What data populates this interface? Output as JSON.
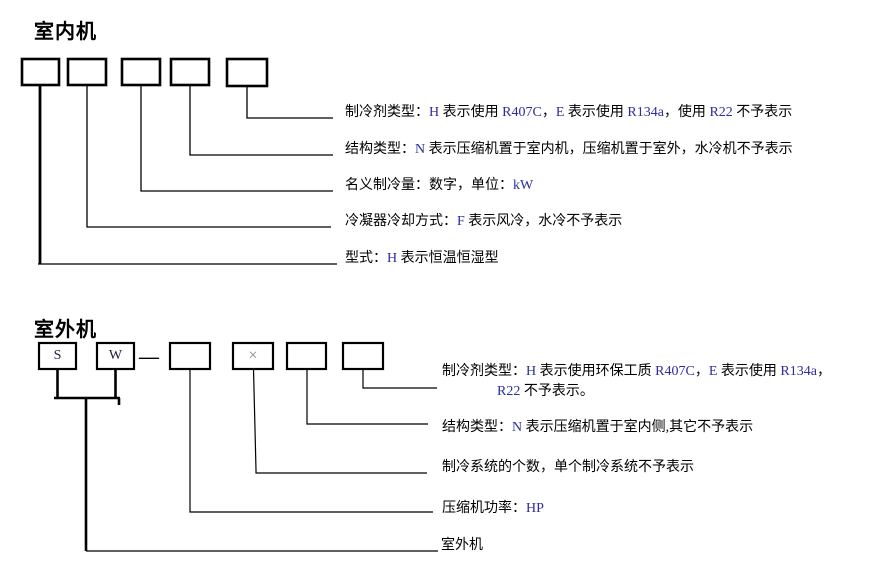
{
  "page": {
    "background": "#ffffff"
  },
  "colors": {
    "ink": "#000000",
    "latin_code": "#2c2ca0",
    "box_mark_gray": "#7d8594"
  },
  "indoor": {
    "title": "室内机",
    "items": [
      {
        "name": "refrigerant-type",
        "segments": [
          {
            "t": "制冷剂类型："
          },
          {
            "t": "H ",
            "lat": true
          },
          {
            "t": "表示使用 "
          },
          {
            "t": "R407C",
            "lat": true
          },
          {
            "t": "，"
          },
          {
            "t": "E ",
            "lat": true
          },
          {
            "t": "表示使用 "
          },
          {
            "t": "R134a",
            "lat": true
          },
          {
            "t": "，使用 "
          },
          {
            "t": "R22 ",
            "lat": true
          },
          {
            "t": "不予表示"
          }
        ]
      },
      {
        "name": "structure-type",
        "segments": [
          {
            "t": "结构类型："
          },
          {
            "t": "N ",
            "lat": true
          },
          {
            "t": "表示压缩机置于室内机，压缩机置于室外，水冷机不予表示"
          }
        ]
      },
      {
        "name": "nominal-cooling-capacity",
        "segments": [
          {
            "t": "名义制冷量：数字，单位："
          },
          {
            "t": "kW",
            "lat": true
          }
        ]
      },
      {
        "name": "condenser-cooling-mode",
        "segments": [
          {
            "t": "冷凝器冷却方式："
          },
          {
            "t": "F ",
            "lat": true
          },
          {
            "t": "表示风冷，水冷不予表示"
          }
        ]
      },
      {
        "name": "model-type",
        "segments": [
          {
            "t": "型式："
          },
          {
            "t": "H ",
            "lat": true
          },
          {
            "t": "表示恒温恒湿型"
          }
        ]
      }
    ]
  },
  "outdoor": {
    "title": "室外机",
    "box_labels": {
      "first": "S",
      "second": "W",
      "separator": "—",
      "system_mark": "×"
    },
    "items": [
      {
        "name": "refrigerant-type-line1",
        "segments": [
          {
            "t": "制冷剂类型："
          },
          {
            "t": "H ",
            "lat": true
          },
          {
            "t": "表示使用环保工质 "
          },
          {
            "t": "R407C",
            "lat": true
          },
          {
            "t": "，"
          },
          {
            "t": "E ",
            "lat": true
          },
          {
            "t": "表示使用 "
          },
          {
            "t": "R134a",
            "lat": true
          },
          {
            "t": "，"
          }
        ]
      },
      {
        "name": "refrigerant-type-line2",
        "segments": [
          {
            "t": "R22 ",
            "lat": true
          },
          {
            "t": "不予表示。"
          }
        ]
      },
      {
        "name": "structure-type",
        "segments": [
          {
            "t": "结构类型："
          },
          {
            "t": "N ",
            "lat": true
          },
          {
            "t": "表示压缩机置于室内侧,其它不予表示"
          }
        ]
      },
      {
        "name": "refrigeration-system-count",
        "segments": [
          {
            "t": "制冷系统的个数，单个制冷系统不予表示"
          }
        ]
      },
      {
        "name": "compressor-power",
        "segments": [
          {
            "t": "压缩机功率："
          },
          {
            "t": "HP",
            "lat": true
          }
        ]
      },
      {
        "name": "outdoor-unit-label",
        "segments": [
          {
            "t": "室外机"
          }
        ]
      }
    ]
  }
}
